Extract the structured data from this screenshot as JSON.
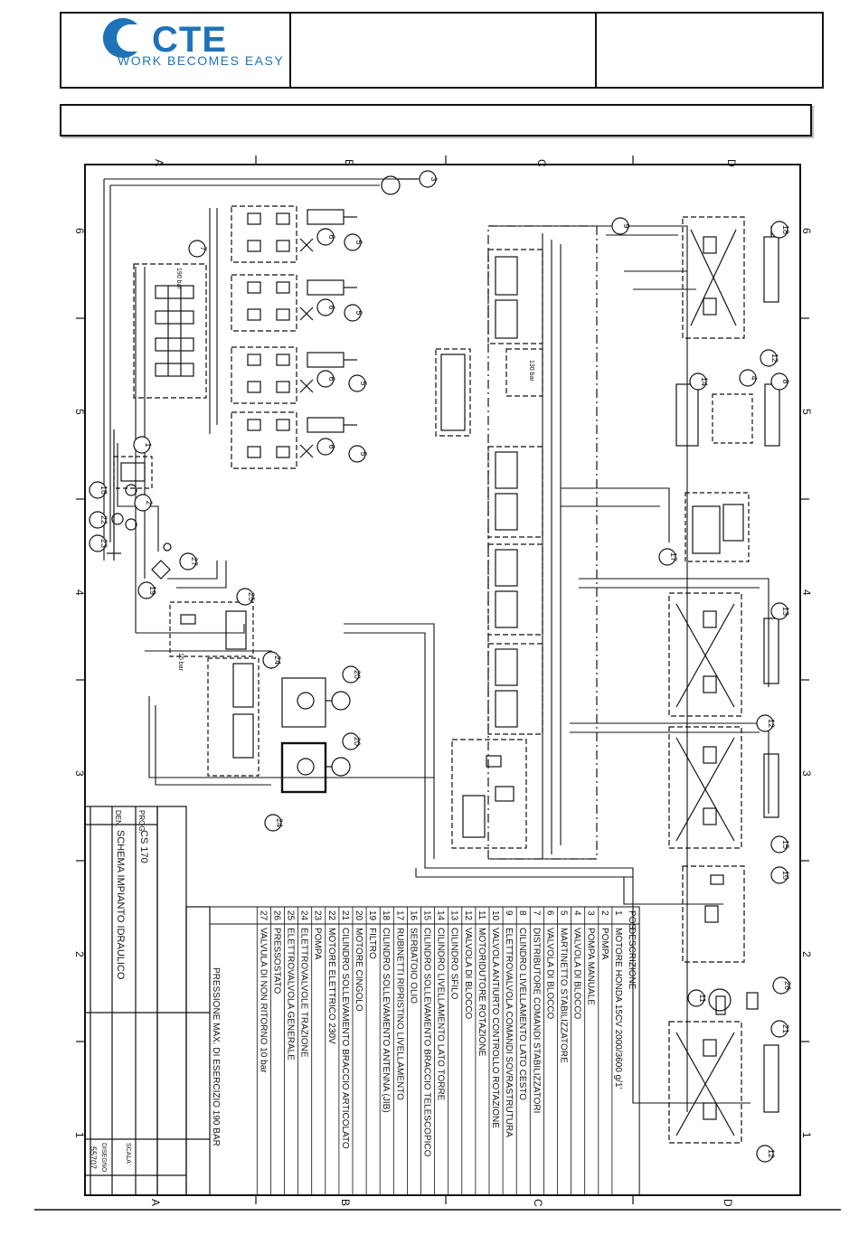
{
  "header": {
    "brand": "CTE",
    "tagline": "WORK BECOMES EASY",
    "brand_color": "#1e73b8"
  },
  "grid": {
    "columns": [
      "A",
      "B",
      "C",
      "D"
    ],
    "rows": [
      "6",
      "5",
      "4",
      "3",
      "2",
      "1"
    ]
  },
  "legend": {
    "header_pos": "POS",
    "header_desc": "DESCRIZIONE",
    "items": [
      {
        "pos": "1",
        "desc": "MOTORE HONDA 15CV 2000/3600 g/1'"
      },
      {
        "pos": "2",
        "desc": "POMPA"
      },
      {
        "pos": "3",
        "desc": "POMPA MANUALE"
      },
      {
        "pos": "4",
        "desc": "VALVOLA DI BLOCCO"
      },
      {
        "pos": "5",
        "desc": "MARTINETTO STABILIZZATORE"
      },
      {
        "pos": "6",
        "desc": "VALVOLA DI BLOCCO"
      },
      {
        "pos": "7",
        "desc": "DISTRIBUTORE COMANDI STABILIZZATORI"
      },
      {
        "pos": "8",
        "desc": "CILINDRO LIVELLAMENTO LATO CESTO"
      },
      {
        "pos": "9",
        "desc": "ELETTROVALVOLA COMANDI SOVRASTRUTURA"
      },
      {
        "pos": "10",
        "desc": "VALVOLA ANTIURTO CONTROLLO ROTAZIONE"
      },
      {
        "pos": "11",
        "desc": "MOTORIDUTORE ROTAZIONE"
      },
      {
        "pos": "12",
        "desc": "VALVOLA DI BLOCCO"
      },
      {
        "pos": "13",
        "desc": "CILINDRO SFILO"
      },
      {
        "pos": "14",
        "desc": "CILINDRO LIVELLAMENTO LATO TORRE"
      },
      {
        "pos": "15",
        "desc": "CILINDRO SOLLEVAMENTO BRACCIO TELESCOPICO"
      },
      {
        "pos": "16",
        "desc": "SERBATOIO OLIO"
      },
      {
        "pos": "17",
        "desc": "RUBINETTI RIPRISTINO LIVELLAMENTO"
      },
      {
        "pos": "18",
        "desc": "CILINDRO SOLLEVAMENTO ANTENNA (JIB)"
      },
      {
        "pos": "19",
        "desc": "FILTRO"
      },
      {
        "pos": "20",
        "desc": "MOTORE CINGOLO"
      },
      {
        "pos": "21",
        "desc": "CILINDRO SOLLEVAMENTO BRACCIO ARTICOLATO"
      },
      {
        "pos": "22",
        "desc": "MOTORE ELETTRICO 230V"
      },
      {
        "pos": "23",
        "desc": "POMPA"
      },
      {
        "pos": "24",
        "desc": "ELETTROVALVOLE TRAZIONE"
      },
      {
        "pos": "25",
        "desc": "ELETTROVALVOLA GENERALE"
      },
      {
        "pos": "26",
        "desc": "PRESSOSTATO"
      },
      {
        "pos": "27",
        "desc": "VALVULA DI NON RITORNO 10 bar"
      }
    ],
    "pressure_note": "PRESSIONE MAX. DI ESERCIZIO 190 BAR"
  },
  "title_block": {
    "den_label": "DEN.",
    "prog_label": "PROG.",
    "model": "CS 170",
    "title": "SCHEMA IMPIANTO IDRAULICO",
    "drawing_label": "DISEGNO",
    "drawing_number": "55707",
    "scale_label": "SCALA"
  },
  "annotations": {
    "pressure_190": "190 bar",
    "pressure_130": "130 bar",
    "pressure_10": "10 bar"
  }
}
